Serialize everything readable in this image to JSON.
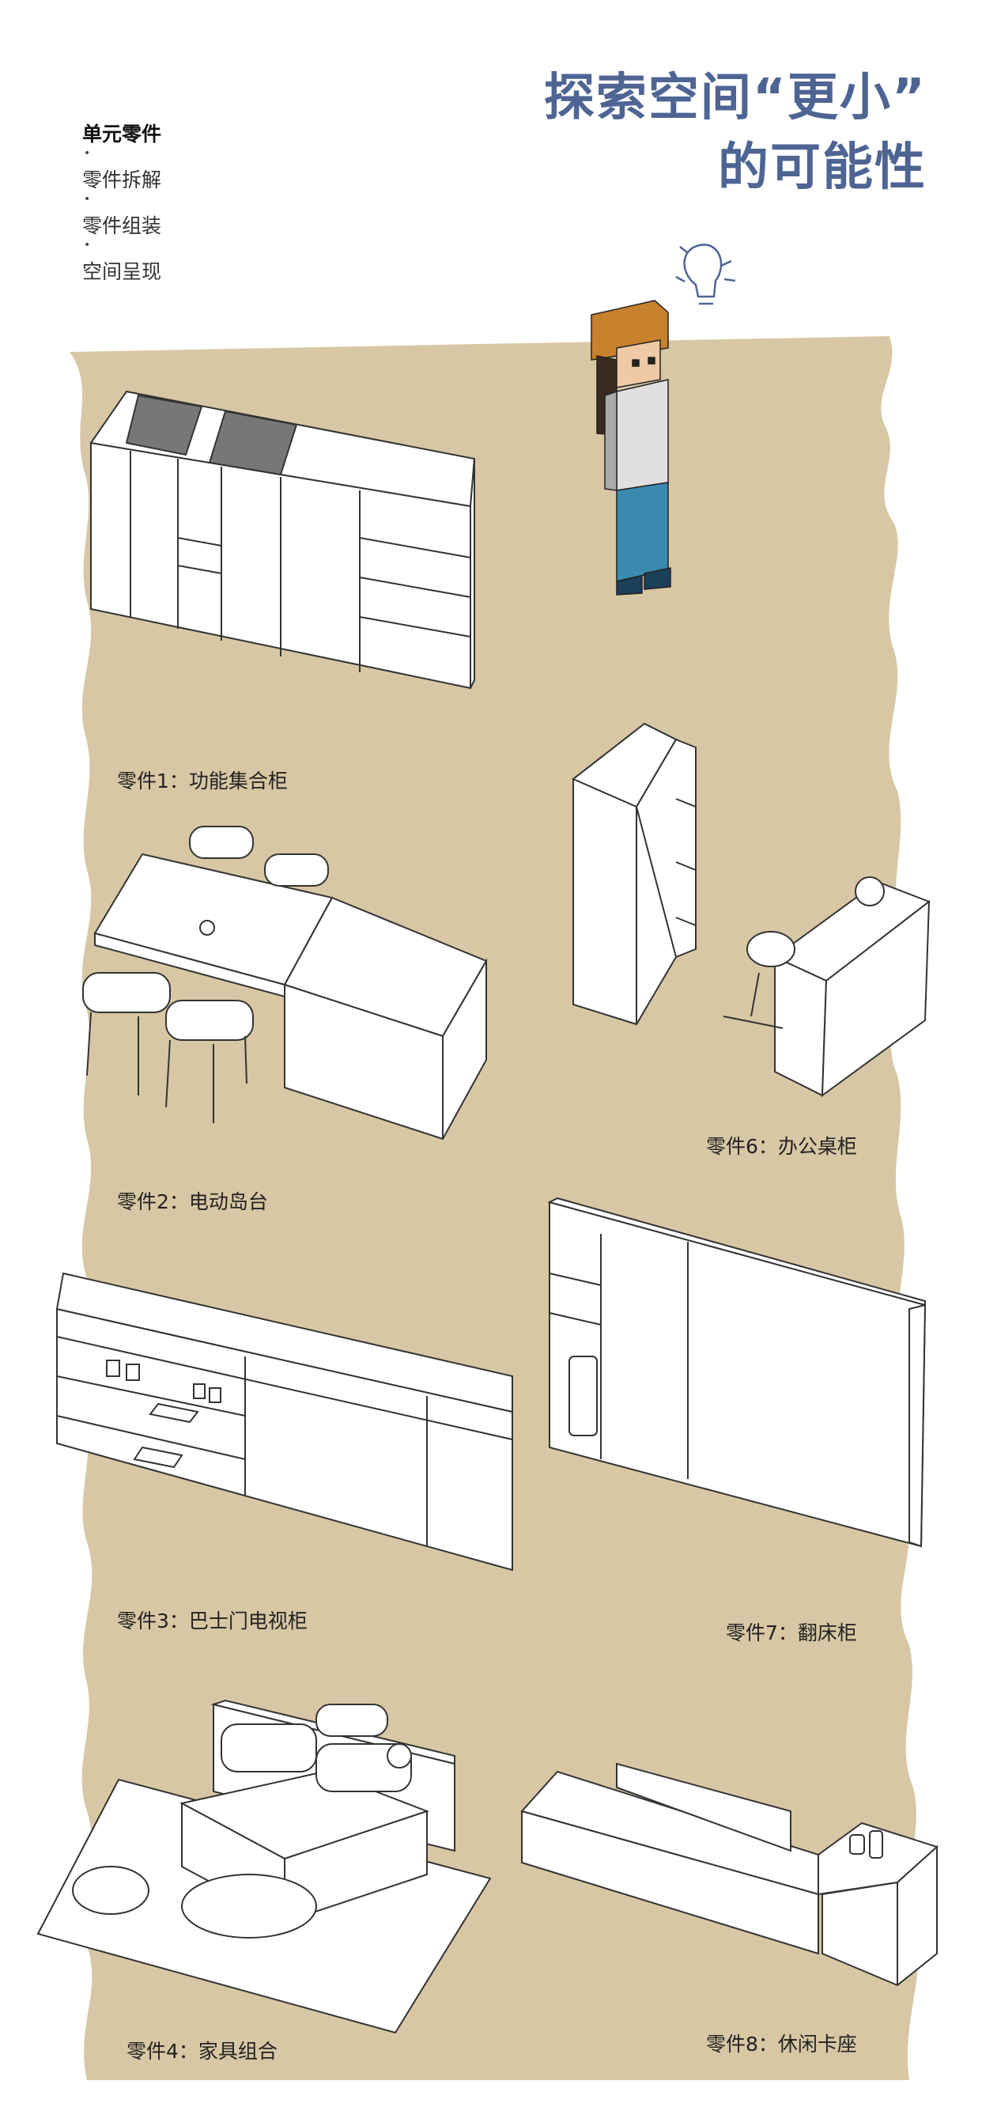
{
  "title": {
    "line1": "探索空间“更小”",
    "line2": "的可能性"
  },
  "menu": {
    "heading": "单元零件",
    "bullet": "•",
    "items": [
      "零件拆解",
      "零件组装",
      "空间呈现"
    ]
  },
  "parts": [
    {
      "label": "零件1：功能集合柜"
    },
    {
      "label": "零件2：电动岛台"
    },
    {
      "label": "零件3：巴士门电视柜"
    },
    {
      "label": "零件4：家具组合"
    },
    {
      "label": "零件6：办公桌柜"
    },
    {
      "label": "零件7：翻床柜"
    },
    {
      "label": "零件8：休闲卡座"
    }
  ],
  "colors": {
    "accent": "#4e6594",
    "background_shape": "#d7c7a4",
    "outline": "#333333"
  },
  "icons": [
    "lightbulb-icon",
    "pixel-character-icon"
  ]
}
